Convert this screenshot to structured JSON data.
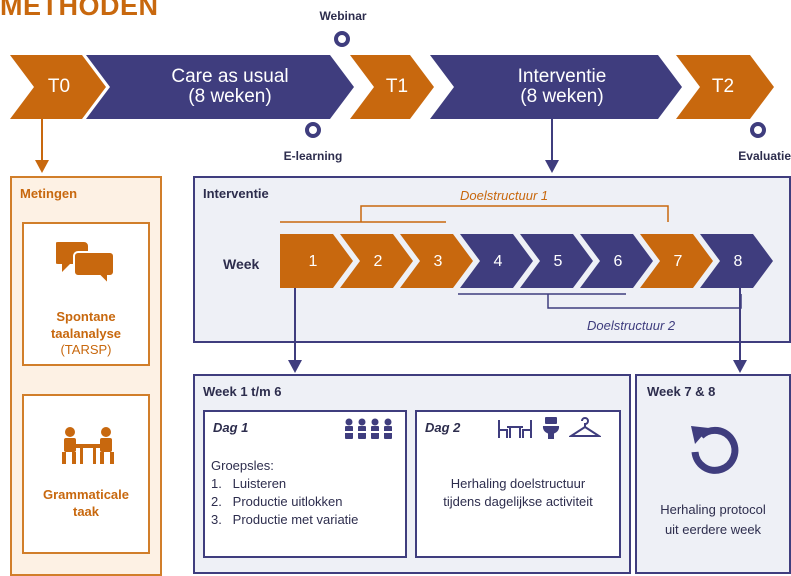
{
  "title": "METHODEN",
  "timeline": {
    "t0": "T0",
    "care_line1": "Care as usual",
    "care_line2": "(8 weken)",
    "t1": "T1",
    "int_line1": "Interventie",
    "int_line2": "(8 weken)",
    "t2": "T2",
    "webinar": "Webinar",
    "elearning": "E-learning",
    "evaluatie": "Evaluatie"
  },
  "metingen": {
    "title": "Metingen",
    "item1_line1": "Spontane",
    "item1_line2": "taalanalyse",
    "item1_line3": "(TARSP)",
    "item2_line1": "Grammaticale",
    "item2_line2": "taak"
  },
  "interventie": {
    "title": "Interventie",
    "week_label": "Week",
    "weeks": [
      "1",
      "2",
      "3",
      "4",
      "5",
      "6",
      "7",
      "8"
    ],
    "doel1": "Doelstructuur 1",
    "doel2": "Doelstructuur 2"
  },
  "week16": {
    "title": "Week 1 t/m 6",
    "dag1_title": "Dag 1",
    "dag1_lead": "Groepsles:",
    "dag1_items": [
      "1.   Luisteren",
      "2.   Productie uitlokken",
      "3.   Productie met variatie"
    ],
    "dag2_title": "Dag 2",
    "dag2_line1": "Herhaling doelstructuur",
    "dag2_line2": "tijdens dagelijkse activiteit"
  },
  "week78": {
    "title": "Week 7 & 8",
    "line1": "Herhaling protocol",
    "line2": "uit eerdere week"
  },
  "colors": {
    "orange": "#c8680e",
    "navy": "#3f3d7e",
    "light_bg": "#eef0f6",
    "orange_bg": "#fdf1e4"
  }
}
